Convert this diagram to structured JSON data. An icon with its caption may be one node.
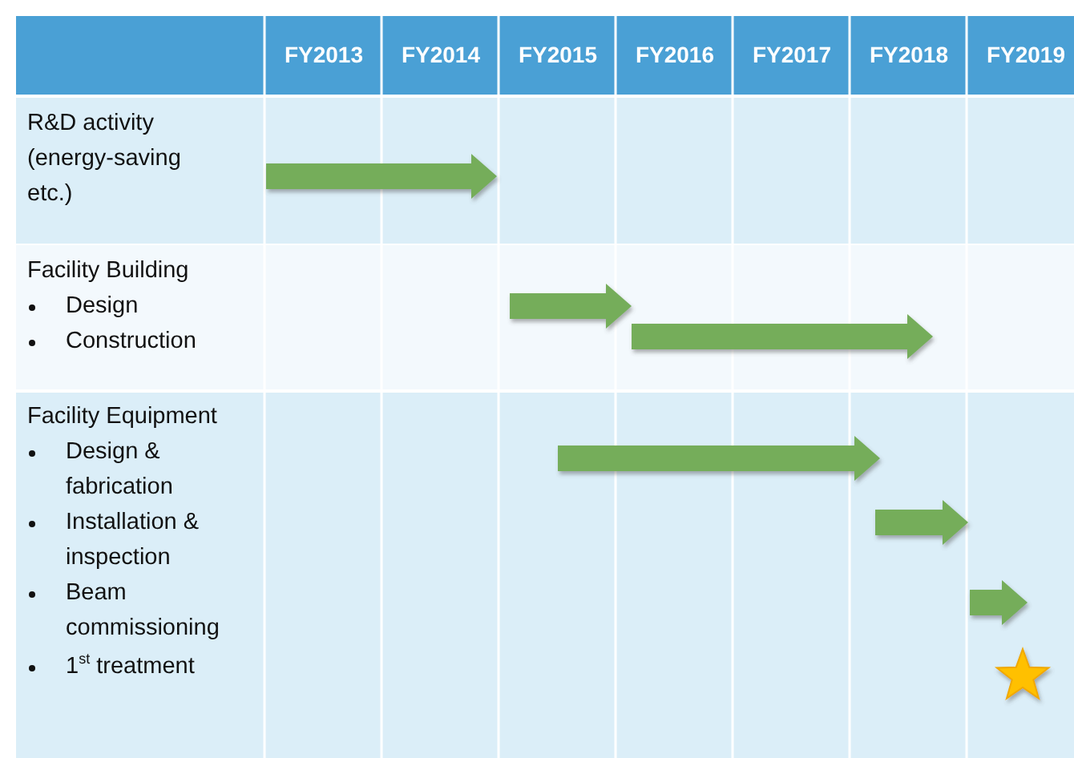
{
  "diagram": {
    "labels": [
      "FY2013",
      "FY2014",
      "FY2015",
      "FY2016",
      "FY2017",
      "FY2018",
      "FY2019",
      "R&D activity (energy-saving etc.)",
      "Facility Building",
      "Design",
      "Construction",
      "Facility Equipment",
      "Design & fabrication",
      "Installation & inspection",
      "Beam commissioning",
      "1$^{st}$ treatment"
    ]
  }
}
